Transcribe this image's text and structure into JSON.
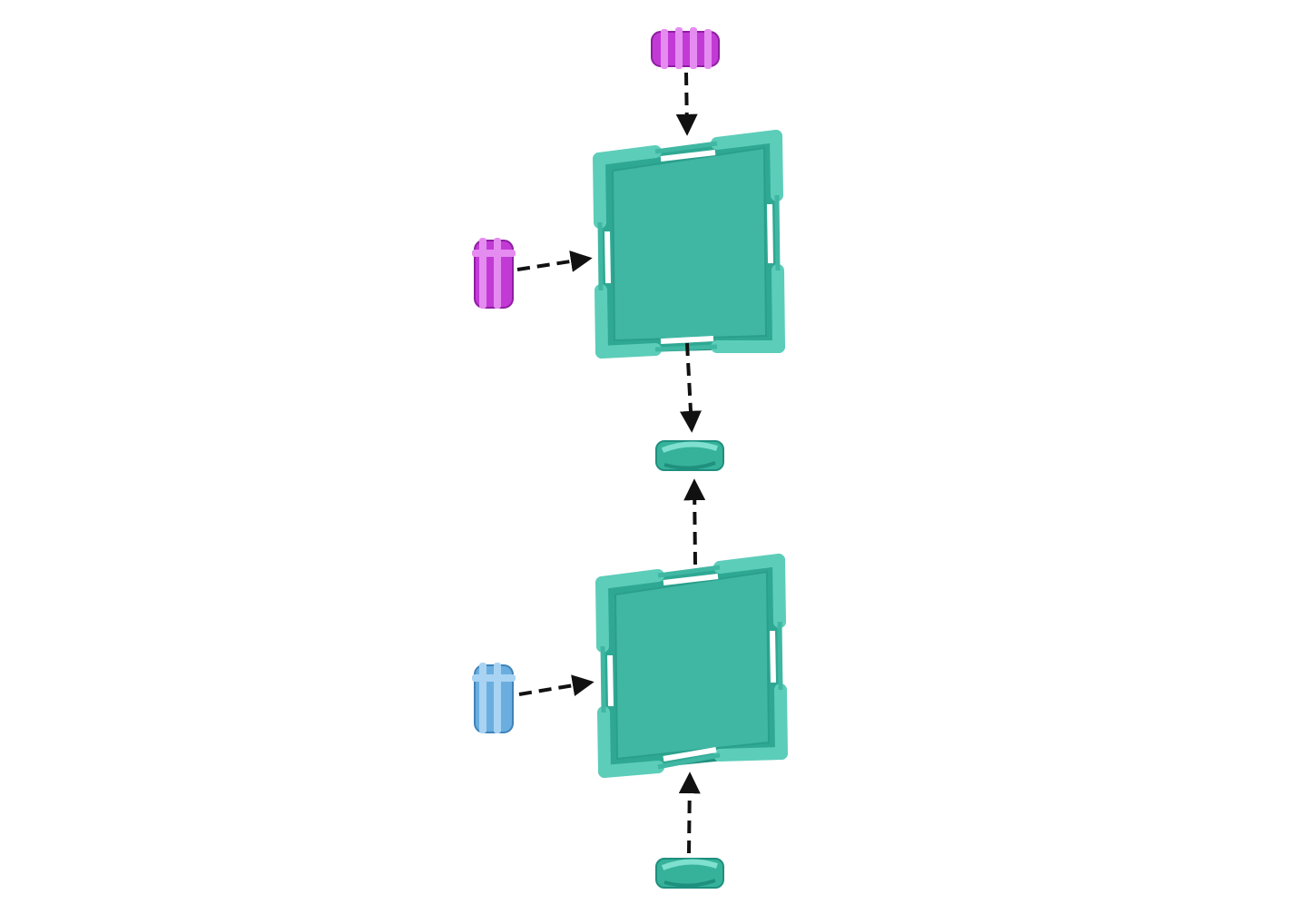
{
  "diagram": {
    "kind": "assembly-instruction",
    "colors": {
      "panel": "#3fb7a3",
      "panel_dark": "#1f8f7e",
      "panel_light": "#7fe0cf",
      "connector_magenta": "#c23ad6",
      "connector_magenta_light": "#e58cf0",
      "connector_blue": "#6aaee0",
      "connector_blue_light": "#a9d3f3",
      "clip": "#36b29b",
      "arrow": "#111111"
    },
    "parts": [
      {
        "id": "top-panel",
        "type": "square-panel",
        "icon": "teal-square-panel-icon"
      },
      {
        "id": "bottom-panel",
        "type": "square-panel",
        "icon": "teal-square-panel-icon"
      },
      {
        "id": "magenta-connector-top",
        "type": "star-connector",
        "color": "magenta",
        "orientation": "horizontal"
      },
      {
        "id": "magenta-connector-left",
        "type": "star-connector",
        "color": "magenta",
        "orientation": "vertical"
      },
      {
        "id": "blue-connector-left",
        "type": "star-connector",
        "color": "blue",
        "orientation": "vertical"
      },
      {
        "id": "teal-clip-middle",
        "type": "clip",
        "color": "teal"
      },
      {
        "id": "teal-clip-bottom",
        "type": "clip",
        "color": "teal"
      }
    ],
    "arrows": [
      {
        "id": "arrow-top-connector-to-top-panel",
        "style": "dashed"
      },
      {
        "id": "arrow-left-connector-to-top-panel",
        "style": "dashed"
      },
      {
        "id": "arrow-top-panel-to-middle-clip",
        "style": "dashed"
      },
      {
        "id": "arrow-bottom-panel-to-middle-clip",
        "style": "dashed"
      },
      {
        "id": "arrow-blue-connector-to-bottom-panel",
        "style": "dashed"
      },
      {
        "id": "arrow-bottom-clip-to-bottom-panel",
        "style": "dashed"
      }
    ]
  }
}
